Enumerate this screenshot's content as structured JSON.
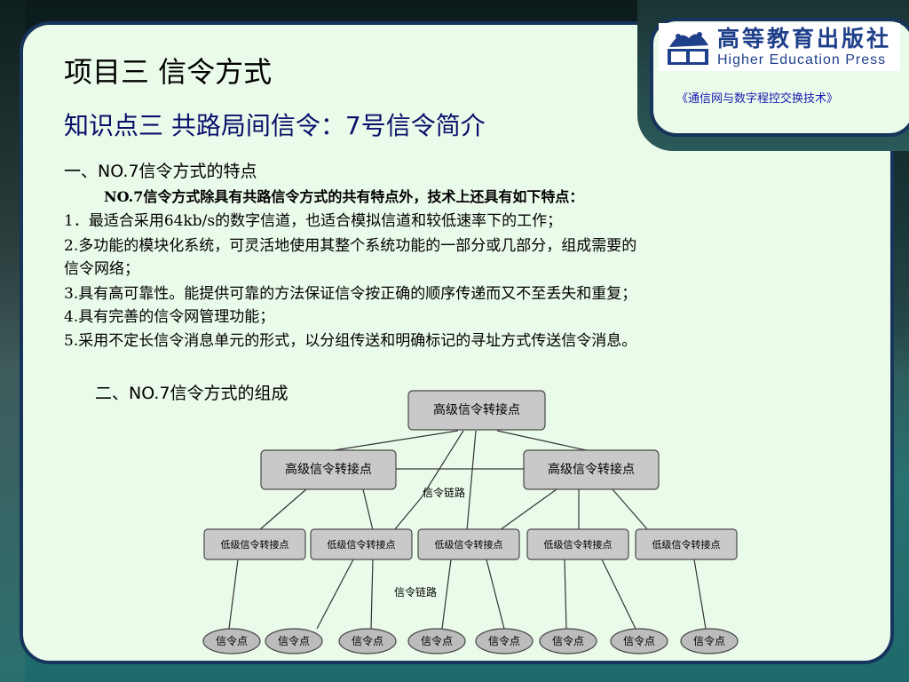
{
  "header": {
    "publisher_cn": "高等教育出版社",
    "publisher_en": "Higher Education Press",
    "course": "《通信网与数字程控交换技术》"
  },
  "title": "项目三 信令方式",
  "subtitle": "知识点三 共路局间信令：7号信令简介",
  "section1": {
    "heading": "一、NO.7信令方式的特点",
    "intro": "NO.7信令方式除具有共路信令方式的共有特点外，技术上还具有如下特点：",
    "items": [
      "1．最适合采用64kb/s的数字信道，也适合模拟信道和较低速率下的工作；",
      "2.多功能的模块化系统，可灵活地使用其整个系统功能的一部分或几部分，组成需要的",
      "信令网络；",
      "3.具有高可靠性。能提供可靠的方法保证信令按正确的顺序传递而又不至丢失和重复；",
      "4.具有完善的信令网管理功能；",
      "5.采用不定长信令消息单元的形式，以分组传送和明确标记的寻址方式传送信令消息。"
    ]
  },
  "section2": {
    "heading": "二、NO.7信令方式的组成"
  },
  "diagram": {
    "top_node": "高级信令转接点",
    "mid_nodes": [
      "高级信令转接点",
      "高级信令转接点"
    ],
    "low_nodes": [
      "低级信令转接点",
      "低级信令转接点",
      "低级信令转接点",
      "低级信令转接点",
      "低级信令转接点"
    ],
    "sp_nodes": [
      "信令点",
      "信令点",
      "信令点",
      "信令点",
      "信令点",
      "信令点",
      "信令点",
      "信令点"
    ],
    "link_label_1": "信令链路",
    "link_label_2": "信令链路"
  }
}
